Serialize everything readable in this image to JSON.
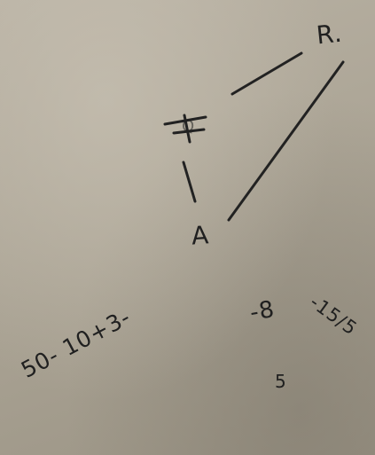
{
  "sketch": {
    "vertex_r": "R.",
    "vertex_a": "A",
    "vertex_q": "Q",
    "expression": "50- 10+3-",
    "dash_eight": "-8",
    "fraction": "-15/5",
    "five": "5"
  },
  "colors": {
    "paper": "#aca596",
    "ink": "#202020"
  }
}
